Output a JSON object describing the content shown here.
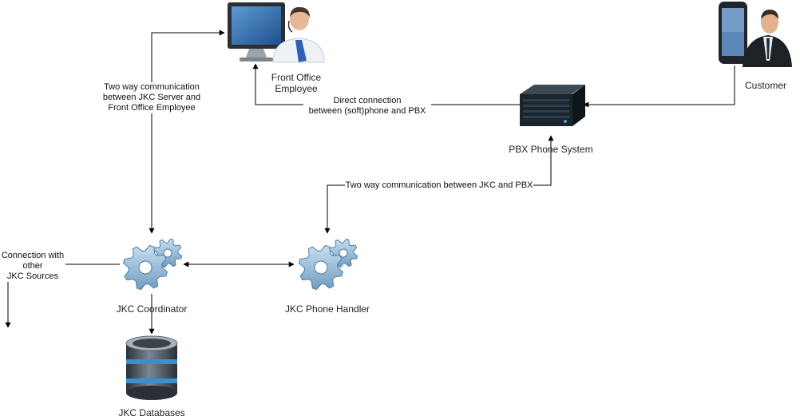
{
  "nodes": {
    "front_office": {
      "label_line1": "Front Office",
      "label_line2": "Employee",
      "icon": "desktop-user-icon"
    },
    "customer": {
      "label": "Customer",
      "icon": "mobile-user-icon"
    },
    "pbx": {
      "label": "PBX Phone System",
      "icon": "server-icon"
    },
    "coordinator": {
      "label": "JKC Coordinator",
      "icon": "gears-icon"
    },
    "phone_handler": {
      "label": "JKC Phone Handler",
      "icon": "gears-icon"
    },
    "databases": {
      "label": "JKC Databases",
      "icon": "database-icon"
    }
  },
  "edges": {
    "coord_front": {
      "line1": "Two way  communication",
      "line2": "between JKC Server and",
      "line3": "Front Office Employee"
    },
    "pbx_front": {
      "line1": "Direct connection",
      "line2": "between (soft)phone and PBX"
    },
    "handler_pbx": {
      "label": "Two way communication between JKC and PBX"
    },
    "other_sources": {
      "line1": "Connection with",
      "line2": "other",
      "line3": "JKC Sources"
    }
  },
  "colors": {
    "line": "#000000",
    "gear": "#9fc0d8",
    "gear_dark": "#4f7ea3",
    "server": "#1d2a33",
    "db_band": "#3a8fd0"
  }
}
